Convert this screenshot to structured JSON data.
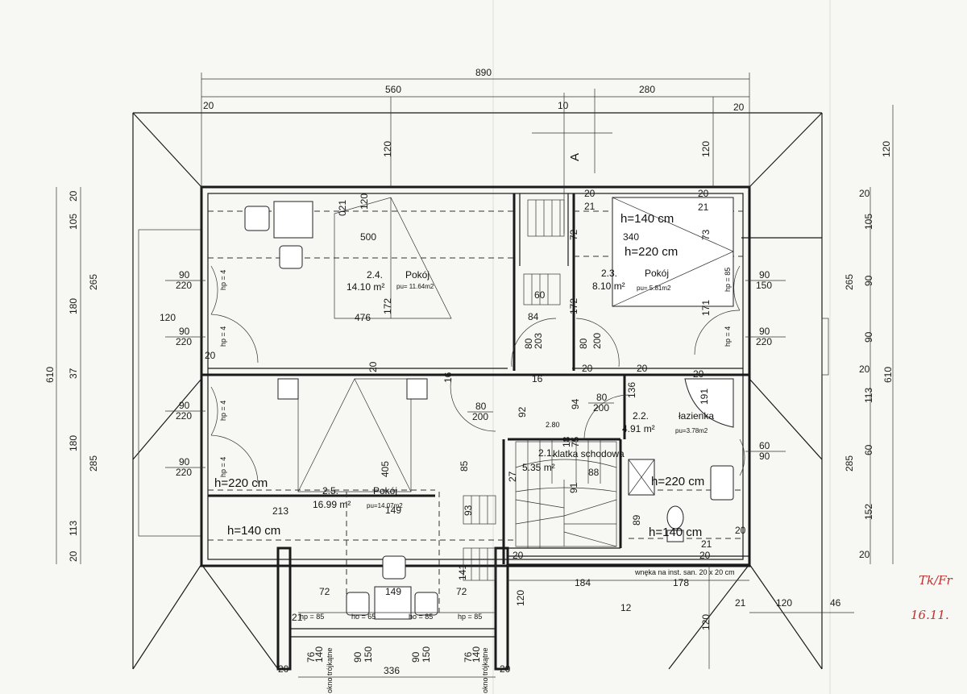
{
  "dims_top": {
    "total": "890",
    "left": "560",
    "right": "280",
    "w20a": "20",
    "w10": "10",
    "w20b": "20",
    "wall20": "20",
    "wall20b": "20",
    "wall21": "21",
    "wall21b": "21",
    "wall20c": "20",
    "wall20d": "20"
  },
  "dims_vertical": {
    "v120a": "120",
    "v120b": "120",
    "v120c": "120",
    "v120r": "120",
    "v105l": "105",
    "v265l": "265",
    "v180l": "180",
    "v610l": "610",
    "v37": "37",
    "v180l2": "180",
    "v285l": "285",
    "v113l": "113",
    "v20l": "20",
    "v20la": "20",
    "v105r": "105",
    "v265r": "265",
    "v90r": "90",
    "v90r2": "90",
    "v610r": "610",
    "v113r": "113",
    "v60r": "60",
    "v152r": "152",
    "v285r": "285",
    "v20r": "20",
    "v20rb": "20",
    "v20rc": "20"
  },
  "rooms": {
    "r24": {
      "num": "2.4.",
      "name": "Pokój",
      "area": "14.10 m²",
      "pu": "pu= 11.64m2"
    },
    "r23": {
      "num": "2.3.",
      "name": "Pokój",
      "area": "8.10 m²",
      "pu": "pu= 5.81m2"
    },
    "r22": {
      "num": "2.2.",
      "name": "łazienka",
      "area": "4.91 m²",
      "pu": "pu=3.78m2"
    },
    "r25": {
      "num": "2.5.",
      "name": "Pokój",
      "area": "16.99 m²",
      "pu": "pu=14.07m2"
    },
    "r21": {
      "num": "2.1.",
      "name": "klatka schodowa",
      "area": "5.35 m²"
    }
  },
  "heights": {
    "h140a": "h=140 cm",
    "h220a": "h=220 cm",
    "h220b": "h=220 cm",
    "h140b": "h=140 cm",
    "h220c": "h=220 cm",
    "h140c": "h=140 cm",
    "h280": "2.80"
  },
  "section_marker": "A",
  "inner_dims": {
    "d500": "500",
    "d340": "340",
    "d476": "476",
    "d172a": "172",
    "d172b": "172",
    "d72": "72",
    "d73": "73",
    "d84": "84",
    "d60": "60",
    "d16a": "16",
    "d16b": "16",
    "d92": "92",
    "d213": "213",
    "d405": "405",
    "d149a": "149",
    "d85": "85",
    "d136": "136",
    "d191": "191",
    "d94": "94",
    "d88": "88",
    "d89": "89",
    "d184": "184",
    "d178": "178",
    "d12": "12",
    "d46": "46",
    "d120w": "120",
    "d72b": "72",
    "d149b": "149",
    "d72c": "72",
    "d21": "21",
    "d336": "336",
    "d20bl": "20",
    "d20br": "20",
    "d171": "171",
    "d18": "18",
    "d75": "75",
    "d93": "93",
    "d91": "91",
    "d141": "141",
    "d27": "27",
    "d120v": "120",
    "d021": "021",
    "d120s": "120",
    "d20b": "20",
    "d20c": "20",
    "d20d": "20",
    "d20e": "20",
    "d20f": "20",
    "d21b": "21",
    "d21c": "21",
    "d20s": "20"
  },
  "doors": {
    "d1": "90",
    "d1b": "220",
    "d2": "90",
    "d2b": "220",
    "d3": "90",
    "d3b": "220",
    "d4": "90",
    "d4b": "220",
    "d5": "90",
    "d5b": "150",
    "d6": "90",
    "d6b": "220",
    "d7": "60",
    "d7b": "90",
    "d8": "80",
    "d8b": "203",
    "d9": "80",
    "d9b": "200",
    "d10": "80",
    "d10b": "200",
    "d11": "80",
    "d11b": "200"
  },
  "windows": {
    "w1": "76",
    "w1b": "140",
    "w2": "90",
    "w2b": "150",
    "w3": "90",
    "w3b": "150",
    "w4": "76",
    "w4b": "140",
    "okno": "okno trójkątne"
  },
  "hp": {
    "hp1": "hp = 4",
    "hp2": "hp = 4",
    "hp3": "hp = 4",
    "hp4": "hp = 4",
    "hp5": "hp = 85",
    "hp6": "hp = 4",
    "hp7": "hp = 85",
    "hp8": "ho = 65",
    "hp9": "ho = 85",
    "hp10": "hp = 85"
  },
  "notes": {
    "wneka": "wnęka na inst. san. 20 x 20 cm",
    "sig1": "Tk/Fr",
    "sig2": "16.11."
  }
}
